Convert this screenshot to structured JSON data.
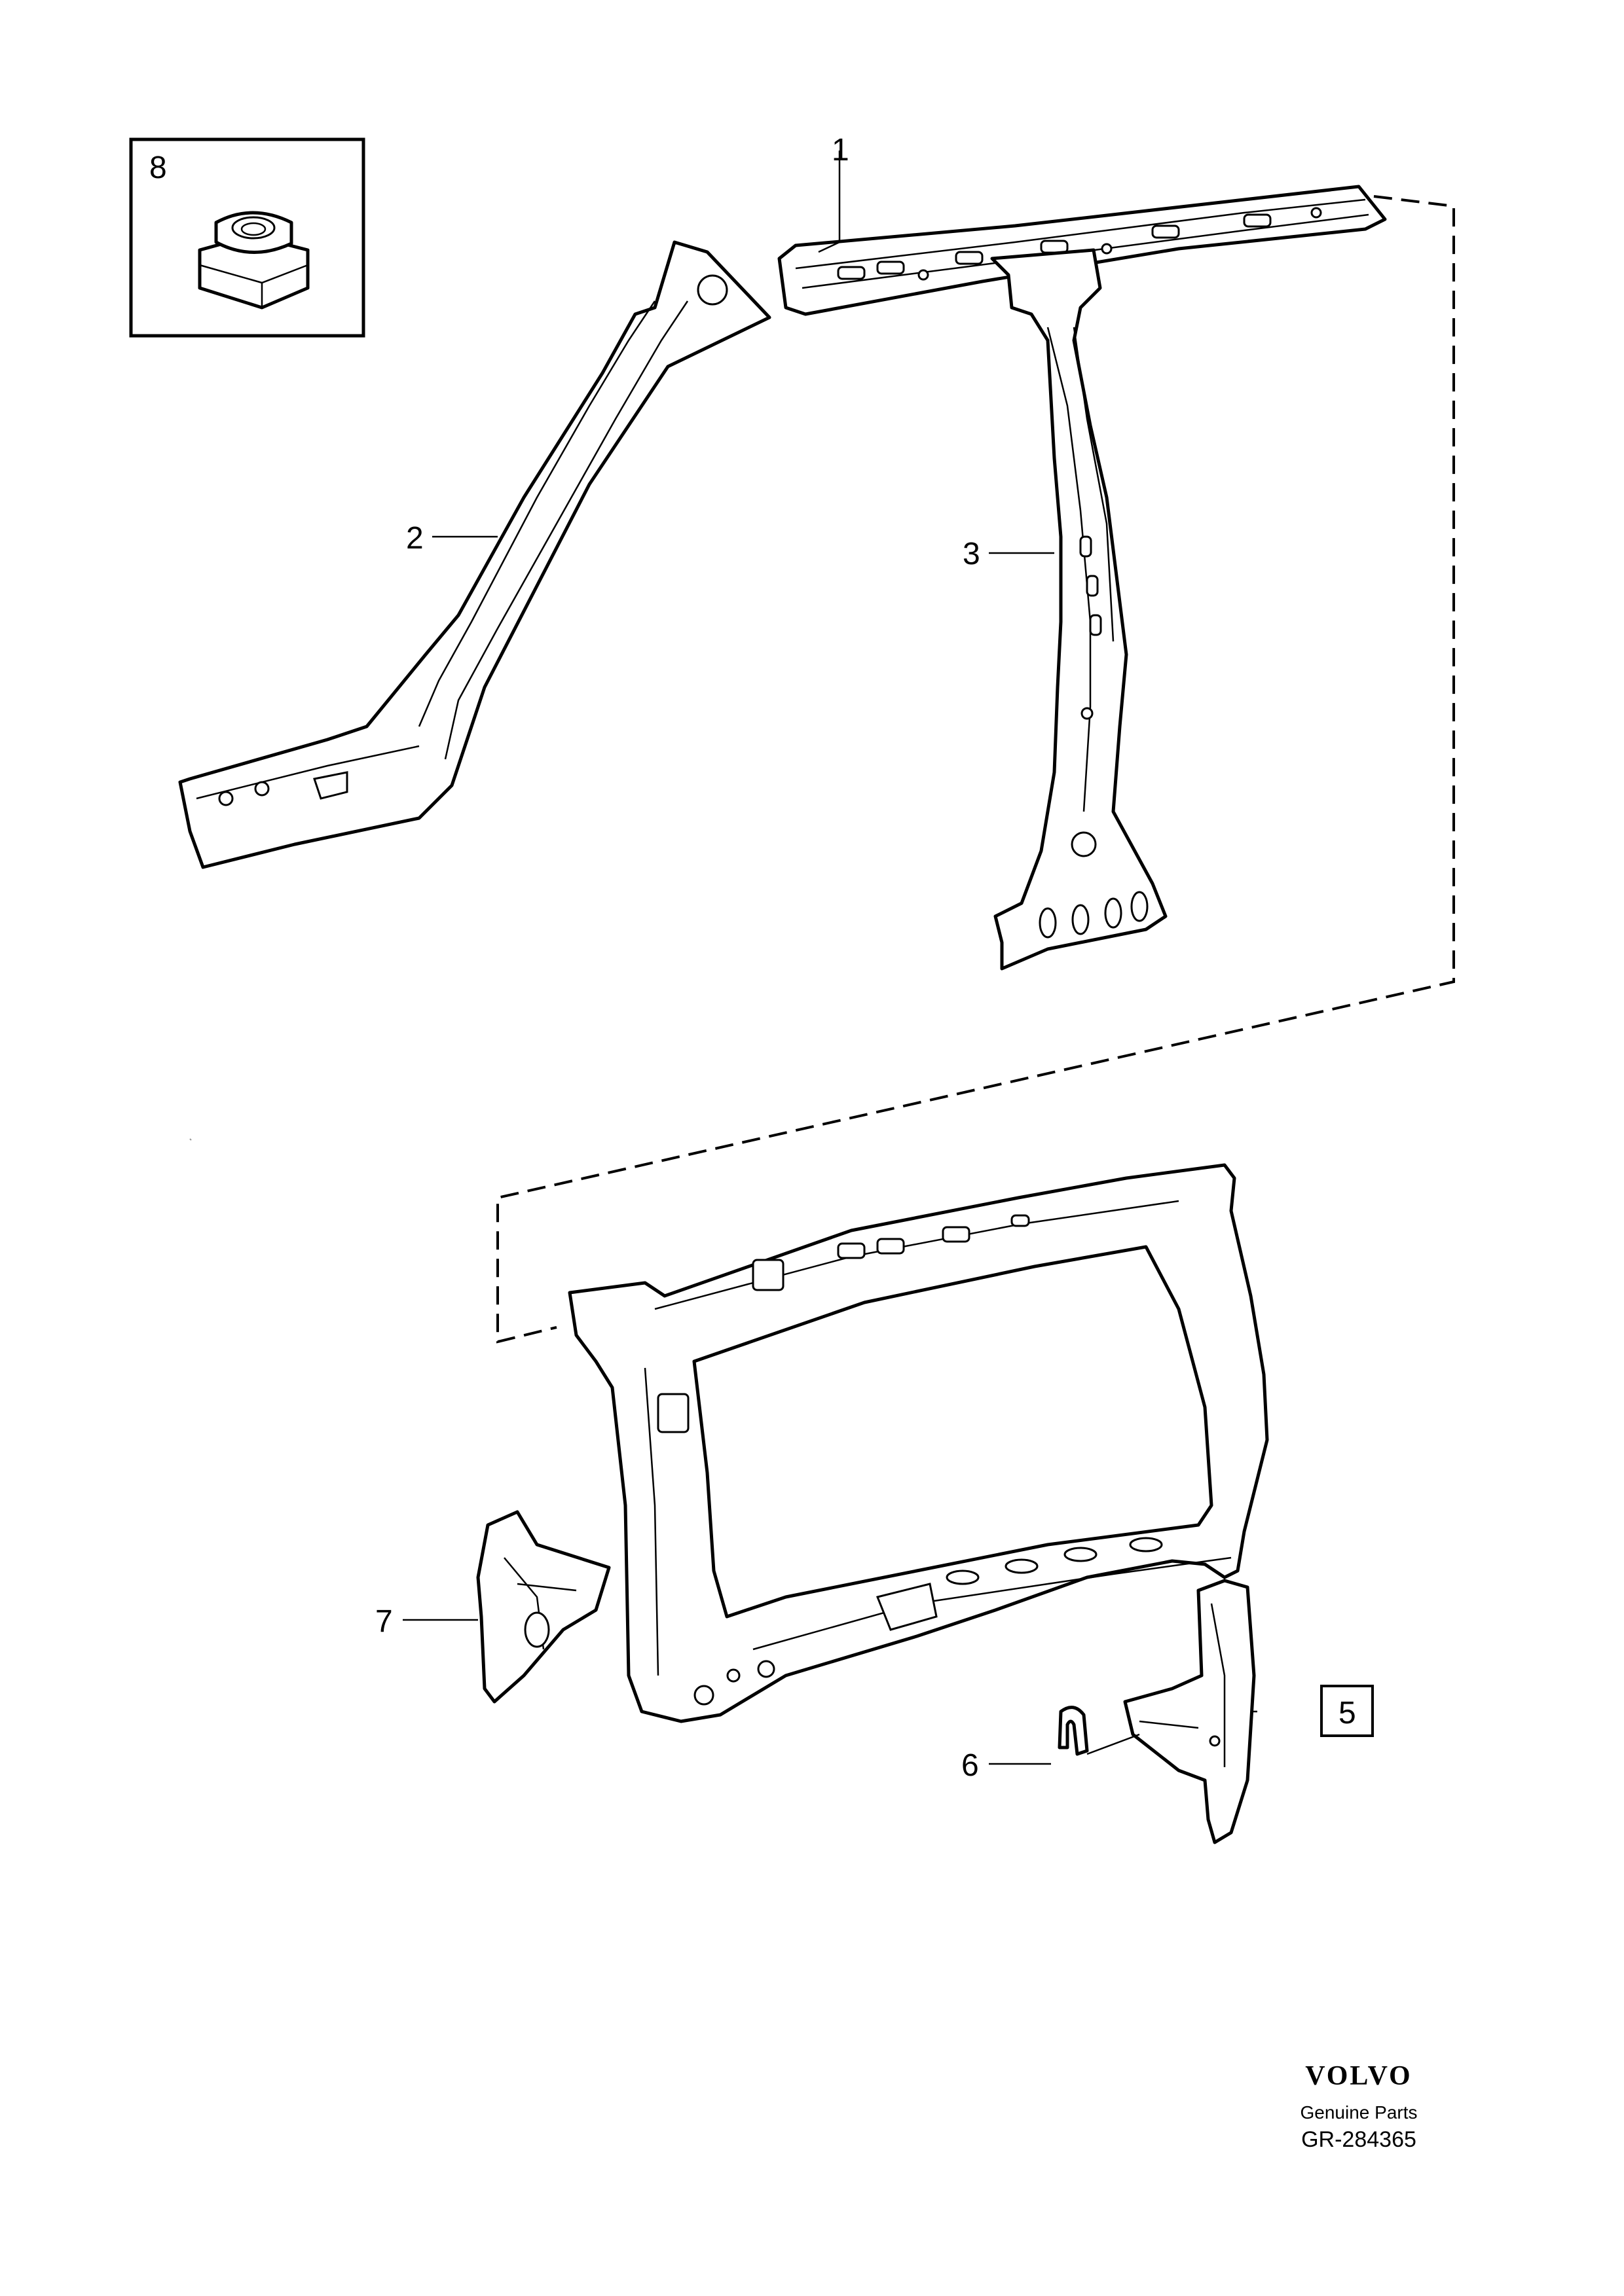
{
  "callouts": [
    {
      "id": "1",
      "label": "1"
    },
    {
      "id": "2",
      "label": "2"
    },
    {
      "id": "3",
      "label": "3"
    },
    {
      "id": "5",
      "label": "5"
    },
    {
      "id": "6",
      "label": "6"
    },
    {
      "id": "7",
      "label": "7"
    },
    {
      "id": "8",
      "label": "8"
    }
  ],
  "brand": {
    "logo": "VOLVO",
    "subtitle": "Genuine Parts",
    "reference": "GR-284365"
  }
}
